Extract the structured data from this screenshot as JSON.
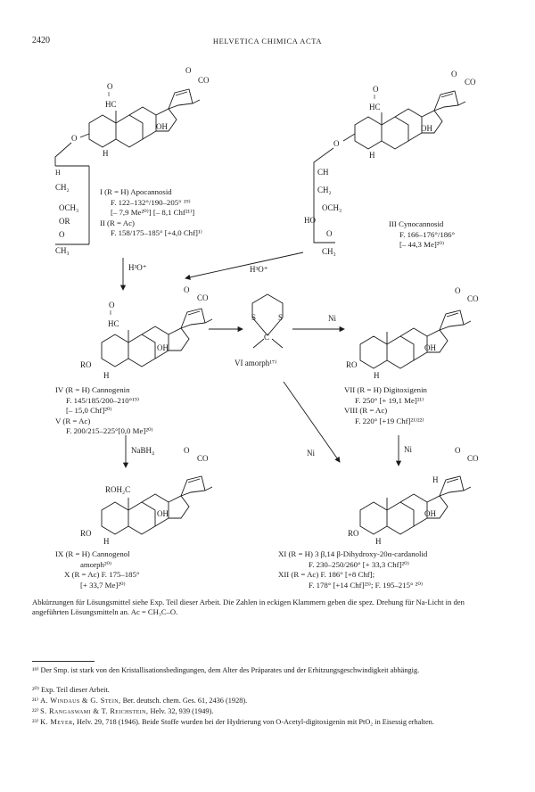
{
  "header": {
    "page_number": "2420",
    "journal": "HELVETICA CHIMICA ACTA"
  },
  "labels": {
    "O": "O",
    "CO": "CO",
    "HC": "HC",
    "OH": "OH",
    "H": "H",
    "RO": "RO",
    "CH": "CH",
    "CH2": "CH₂",
    "OCH3": "OCH₃",
    "OR": "OR",
    "O_dash": "O",
    "CH3": "CH₃",
    "HO": "HO",
    "H3O": "H³O⁺",
    "S": "S",
    "C": "C",
    "Ni": "Ni",
    "NaBH4": "NaBH₄",
    "ROH2C": "ROH₂C",
    "VI": "VI amorph¹⁷⁾",
    "Hdash": "H"
  },
  "captions": {
    "I_a": "I (R = H) Apocannosid",
    "I_b": "F. 122–132°/190–205° ¹⁹⁾",
    "I_c": "[– 7,9 Me²⁰⁾] [– 8,1 Chf²¹⁾]",
    "II_a": "II (R = Ac)",
    "II_b": "F. 158/175–185° [+4,0 Chf]¹⁾",
    "III_a": "III Cynocannosid",
    "III_b": "F. 166–176°/186°",
    "III_c": "[– 44,3 Me]²⁰⁾",
    "IV_a": "IV (R = H) Cannogenin",
    "IV_b": "F. 145/185/200–210°¹⁹⁾",
    "IV_c": "[– 15,0 Chf]²⁰⁾",
    "V_a": "V (R = Ac)",
    "V_b": "F. 200/215–225°[0,0 Me]²⁰⁾",
    "VII_a": "VII (R = H) Digitoxigenin",
    "VII_b": "F. 250° [+ 19,1 Me]²¹⁾",
    "VIII_a": "VIII (R = Ac)",
    "VIII_b": "F. 220° [+19 Chf]²¹⁾²²⁾",
    "IX_a": "IX (R = H) Cannogenol",
    "IX_b": "amorph²⁰⁾",
    "X_a": "X (R = Ac) F. 175–185°",
    "X_b": "[+ 33,7 Me]²⁰⁾",
    "XI_a": "XI (R = H) 3 β,14 β-Dihydroxy-20α-cardanolid",
    "XI_b": "F. 230–250/260° [+ 33,3 Chf]²⁰⁾",
    "XII_a": "XII (R = Ac) F. 186° [+8 Chf];",
    "XII_b": "F. 178° [+14 Chf]²³⁾; F. 195–215° ²⁰⁾"
  },
  "footnote_main": "Abkürzungen für Lösungsmittel siehe Exp. Teil dieser Arbeit. Die Zahlen in eckigen Klammern geben die spez. Drehung für Na-Licht in den angeführten Lösungsmitteln an. Ac = CH₃C–O.",
  "notes": [
    {
      "num": "¹⁹⁾",
      "text": "Der Smp. ist stark von den Kristallisationsbedingungen, dem Alter des Präparates und der Erhitzungsgeschwindigkeit abhängig."
    },
    {
      "num": "²⁰⁾",
      "text": "Exp. Teil dieser Arbeit."
    },
    {
      "num": "²¹⁾",
      "author": "A. Windaus & G. Stein,",
      "text": "Ber. deutsch. chem. Ges. 61, 2436 (1928)."
    },
    {
      "num": "²²⁾",
      "author": "S. Rangaswami & T. Reichstein,",
      "text": "Helv. 32, 939 (1949)."
    },
    {
      "num": "²³⁾",
      "author": "K. Meyer,",
      "text": "Helv. 29, 718 (1946). Beide Stoffe wurden bei der Hydrierung von O-Acetyl-digitoxigenin mit PtO₂ in Eisessig erhalten."
    }
  ]
}
